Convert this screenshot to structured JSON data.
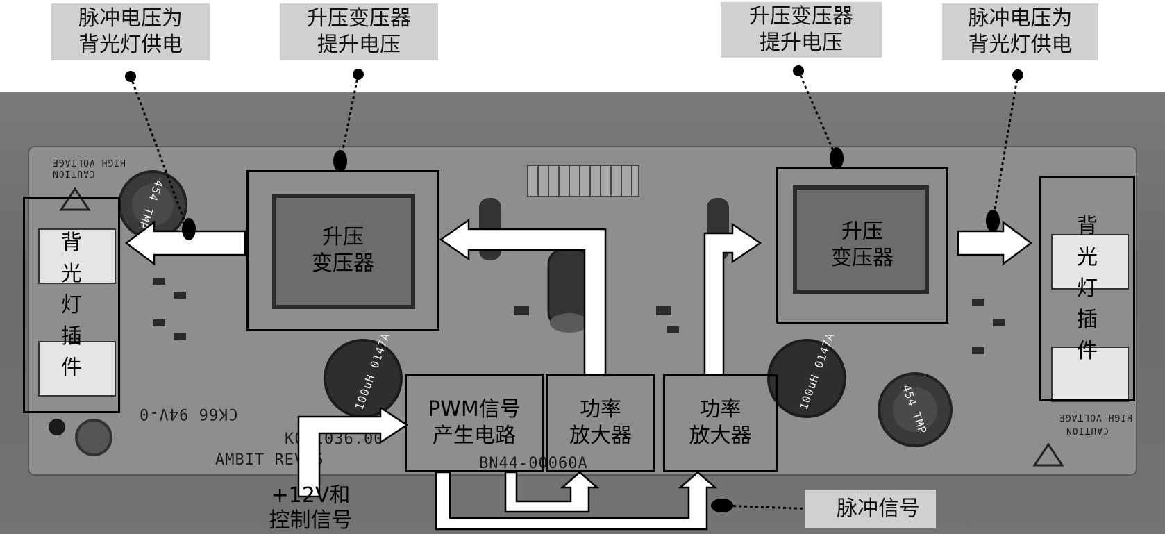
{
  "callouts": {
    "top_left_pulse": [
      "脉冲电压为",
      "背光灯供电"
    ],
    "top_left_transformer": [
      "升压变压器",
      "提升电压"
    ],
    "top_right_transformer": [
      "升压变压器",
      "提升电压"
    ],
    "top_right_pulse": [
      "脉冲电压为",
      "背光灯供电"
    ],
    "pulse_signal": "脉冲信号"
  },
  "blocks": {
    "left_lamp_socket": [
      "背",
      "光",
      "灯",
      "插",
      "件"
    ],
    "right_lamp_socket": [
      "背",
      "光",
      "灯",
      "插",
      "件"
    ],
    "left_transformer": [
      "升压",
      "变压器"
    ],
    "right_transformer": [
      "升压",
      "变压器"
    ],
    "pwm": [
      "PWM信号",
      "产生电路"
    ],
    "amp_left": [
      "功率",
      "放大器"
    ],
    "amp_right": [
      "功率",
      "放大器"
    ]
  },
  "input_label": [
    "+12V和",
    "控制信号"
  ],
  "board_markings": {
    "model": "BN44-00060A",
    "rev": "AMBIT REV:5",
    "code": "K02I036.00",
    "ul": "CK66 94V-0",
    "inductor": "100uH 0147A",
    "tmp": "454 TMP",
    "caution": "CAUTION",
    "high_voltage": "HIGH VOLTAGE"
  },
  "colors": {
    "callout_bg": "#d0d0d0",
    "board": "#8e8e8e",
    "box_border": "#000000"
  }
}
